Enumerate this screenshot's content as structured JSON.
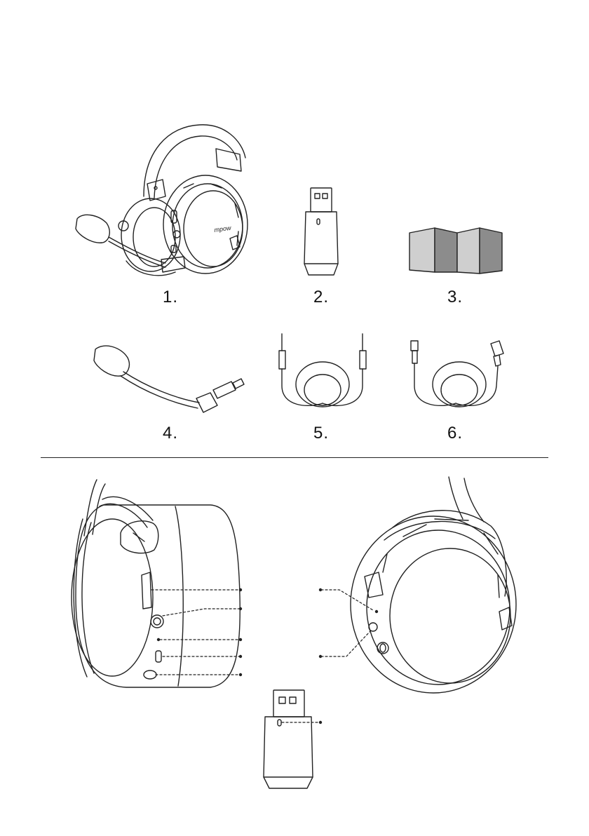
{
  "items": [
    {
      "number": "1.",
      "icon": "headset-icon"
    },
    {
      "number": "2.",
      "icon": "usb-dongle-icon"
    },
    {
      "number": "3.",
      "icon": "manual-icon"
    },
    {
      "number": "4.",
      "icon": "detachable-mic-icon"
    },
    {
      "number": "5.",
      "icon": "aux-cable-icon"
    },
    {
      "number": "6.",
      "icon": "usb-c-cable-icon"
    }
  ],
  "headset_logo": "mpow",
  "colors": {
    "line": "#222222",
    "manual_light": "#c9c9c9",
    "manual_dark": "#8f8f8f"
  }
}
